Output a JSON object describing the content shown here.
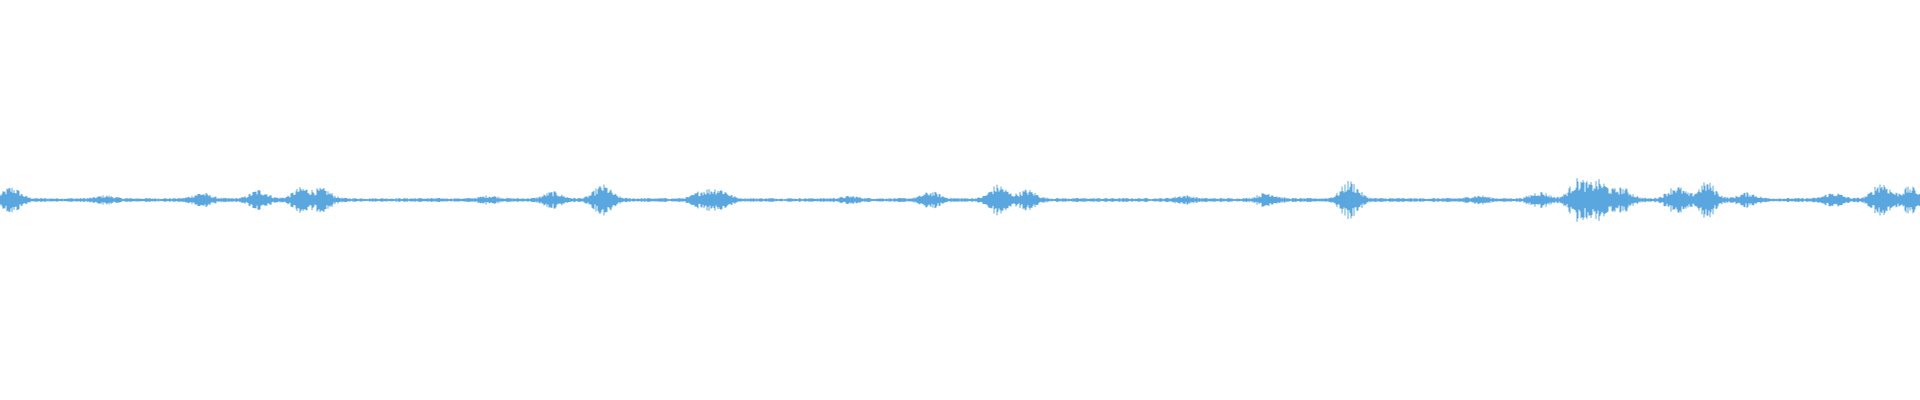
{
  "waveform": {
    "color": "#5aa7e0",
    "background": "#ffffff",
    "baseline_amplitude": 0.01,
    "bursts": [
      {
        "t": 0.006,
        "amp": 0.06
      },
      {
        "t": 0.055,
        "amp": 0.015
      },
      {
        "t": 0.105,
        "amp": 0.03
      },
      {
        "t": 0.135,
        "amp": 0.045
      },
      {
        "t": 0.157,
        "amp": 0.055
      },
      {
        "t": 0.168,
        "amp": 0.05
      },
      {
        "t": 0.255,
        "amp": 0.015
      },
      {
        "t": 0.288,
        "amp": 0.035
      },
      {
        "t": 0.314,
        "amp": 0.07
      },
      {
        "t": 0.366,
        "amp": 0.04
      },
      {
        "t": 0.375,
        "amp": 0.05
      },
      {
        "t": 0.443,
        "amp": 0.012
      },
      {
        "t": 0.485,
        "amp": 0.035
      },
      {
        "t": 0.52,
        "amp": 0.07
      },
      {
        "t": 0.535,
        "amp": 0.045
      },
      {
        "t": 0.617,
        "amp": 0.015
      },
      {
        "t": 0.66,
        "amp": 0.03
      },
      {
        "t": 0.703,
        "amp": 0.09
      },
      {
        "t": 0.77,
        "amp": 0.015
      },
      {
        "t": 0.802,
        "amp": 0.035
      },
      {
        "t": 0.822,
        "amp": 0.1
      },
      {
        "t": 0.833,
        "amp": 0.09
      },
      {
        "t": 0.845,
        "amp": 0.055
      },
      {
        "t": 0.873,
        "amp": 0.065
      },
      {
        "t": 0.889,
        "amp": 0.085
      },
      {
        "t": 0.91,
        "amp": 0.03
      },
      {
        "t": 0.955,
        "amp": 0.03
      },
      {
        "t": 0.98,
        "amp": 0.085
      },
      {
        "t": 0.995,
        "amp": 0.06
      }
    ]
  }
}
